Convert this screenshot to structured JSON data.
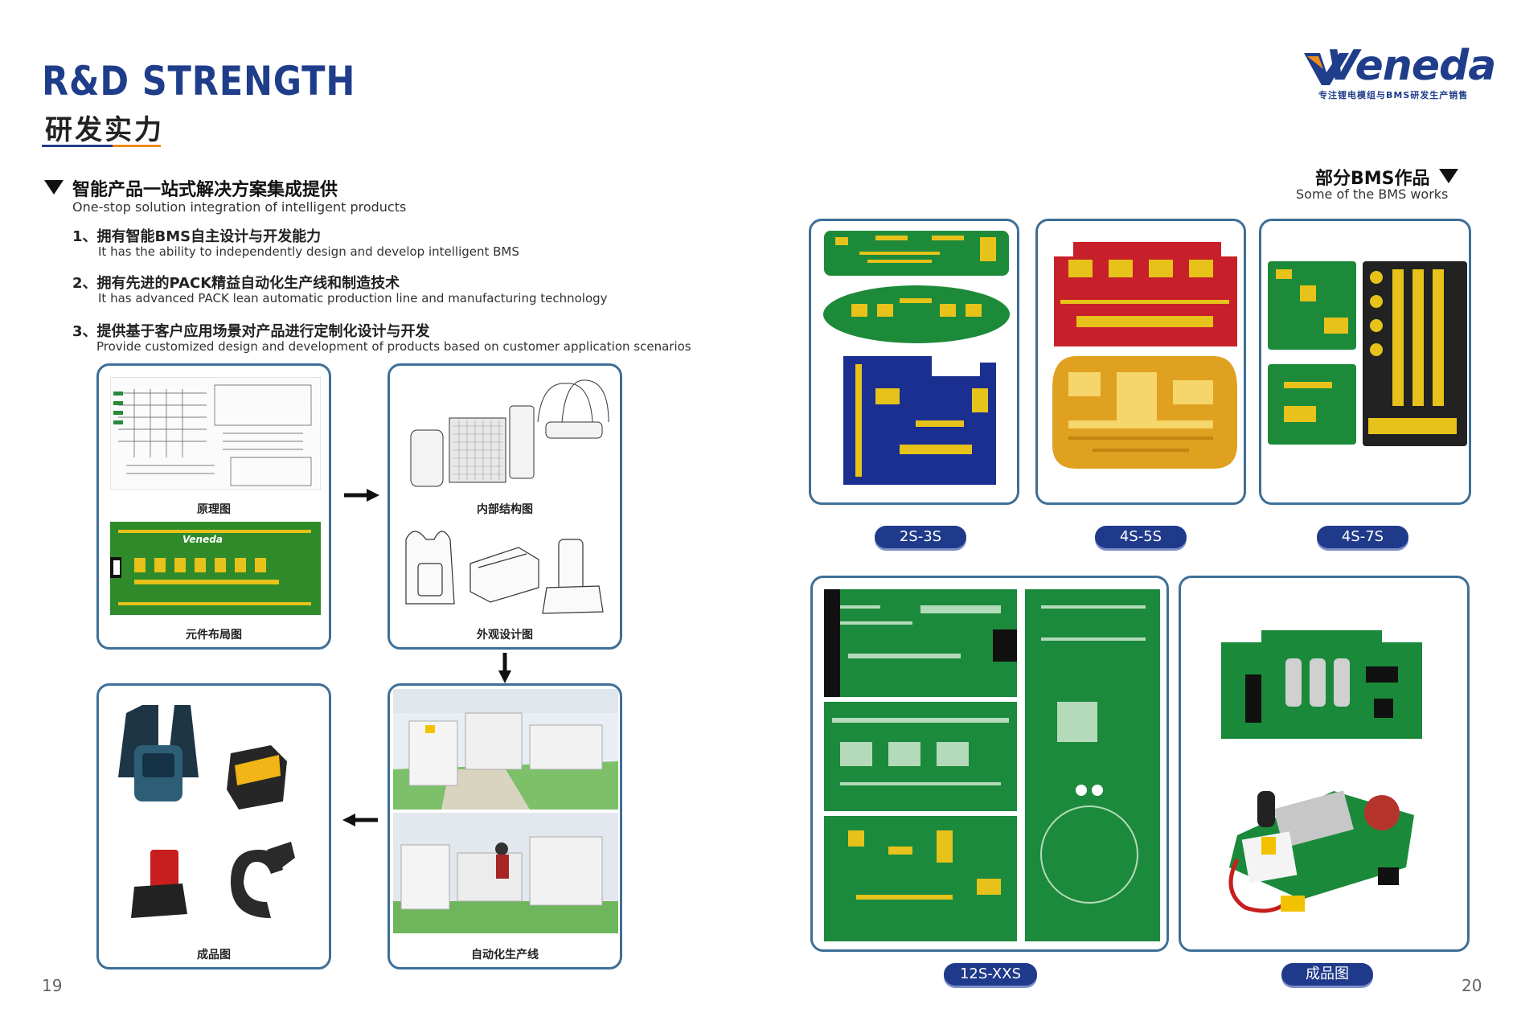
{
  "header": {
    "title_en": "R&D STRENGTH",
    "title_cn": "研发实力",
    "brand": "Veneda",
    "brand_tagline": "专注锂电模组与BMS研发生产销售"
  },
  "left": {
    "section_cn": "智能产品一站式解决方案集成提供",
    "section_en": "One-stop solution integration of intelligent products",
    "items": [
      {
        "cn": "1、拥有智能BMS自主设计与开发能力",
        "en": "It has the ability to independently design and develop intelligent BMS"
      },
      {
        "cn": "2、拥有先进的PACK精益自动化生产线和制造技术",
        "en": "It has advanced PACK lean automatic production line and manufacturing technology"
      },
      {
        "cn": "3、提供基于客户应用场景对产品进行定制化设计与开发",
        "en": "Provide customized design and development of products based on customer application scenarios"
      }
    ],
    "cards": {
      "schematic": "原理图",
      "layout": "元件布局图",
      "structure": "内部结构图",
      "appearance": "外观设计图",
      "production": "自动化生产线",
      "products": "成品图"
    },
    "pcb_logo": "Veneda"
  },
  "right": {
    "section_cn": "部分BMS作品",
    "section_en": "Some of the BMS works",
    "pills": [
      "2S-3S",
      "4S-5S",
      "4S-7S",
      "12S-XXS",
      "成品图"
    ]
  },
  "pages": {
    "left": "19",
    "right": "20"
  },
  "colors": {
    "accent": "#1f3d8a",
    "orange": "#f08a1c",
    "card_border": "#3e6f97",
    "pcb_green": "#1d8a3a",
    "pcb_blue": "#1a2f8f",
    "pcb_red": "#c8202a",
    "pcb_gold": "#e0a020"
  }
}
